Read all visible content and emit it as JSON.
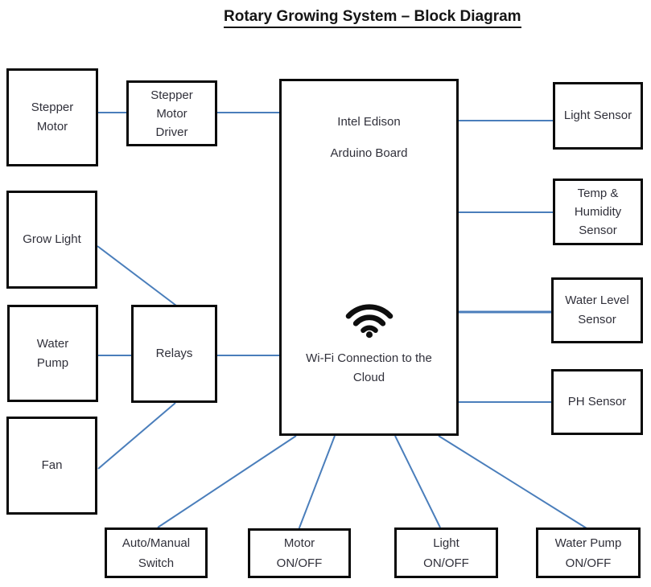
{
  "title": "Rotary Growing System – Block Diagram",
  "colors": {
    "connector": "#4a7ebb",
    "box_border": "#0a0a0a",
    "text": "#30303a",
    "wifi_icon": "#0e0e0e"
  },
  "central": {
    "lines": [
      "Intel Edison",
      "Arduino Board"
    ],
    "wifi_icon": "wifi-icon",
    "caption_lines": [
      "Wi-Fi Connection to the",
      "Cloud"
    ]
  },
  "nodes": {
    "stepper_motor": {
      "lines": [
        "Stepper",
        "Motor"
      ]
    },
    "stepper_motor_driver": {
      "lines": [
        "Stepper",
        "Motor",
        "Driver"
      ]
    },
    "grow_light": {
      "lines": [
        "Grow Light"
      ]
    },
    "water_pump": {
      "lines": [
        "Water",
        "Pump"
      ]
    },
    "relays": {
      "lines": [
        "Relays"
      ]
    },
    "fan": {
      "lines": [
        "Fan"
      ]
    },
    "light_sensor": {
      "lines": [
        "Light Sensor"
      ]
    },
    "temp_humidity_sensor": {
      "lines": [
        "Temp &",
        "Humidity",
        "Sensor"
      ]
    },
    "water_level_sensor": {
      "lines": [
        "Water Level",
        "Sensor"
      ]
    },
    "ph_sensor": {
      "lines": [
        "PH Sensor"
      ]
    },
    "auto_manual_switch": {
      "lines": [
        "Auto/Manual",
        "Switch"
      ]
    },
    "motor_onoff": {
      "lines": [
        "Motor",
        "ON/OFF"
      ]
    },
    "light_onoff": {
      "lines": [
        "Light",
        "ON/OFF"
      ]
    },
    "water_pump_onoff": {
      "lines": [
        "Water Pump",
        "ON/OFF"
      ]
    }
  }
}
